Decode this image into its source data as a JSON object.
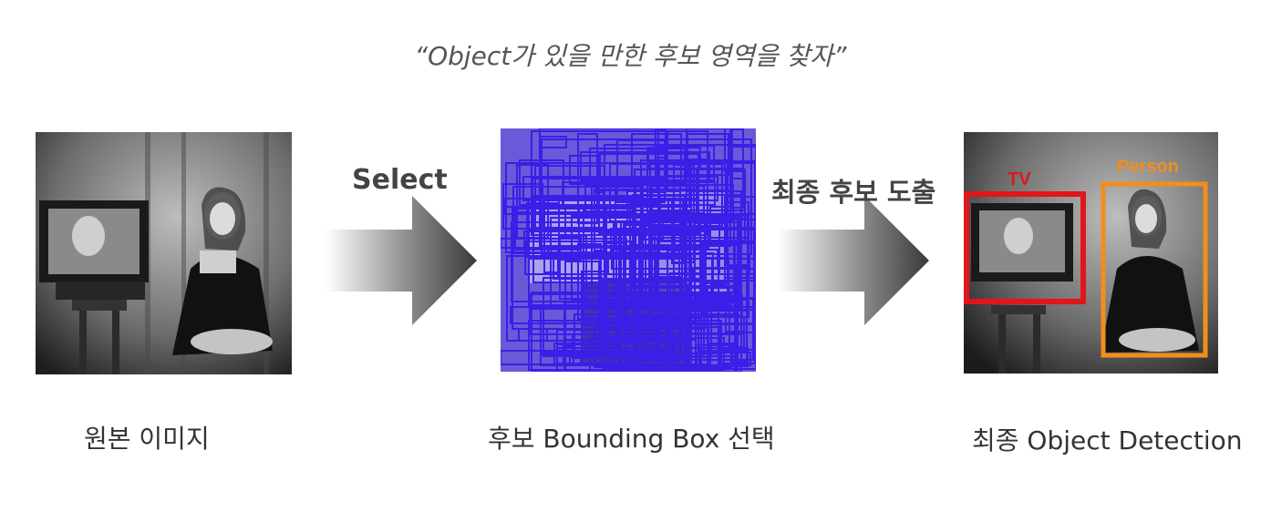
{
  "headline": "“Object가 있을 만한 후보 영역을 찾자”",
  "steps": {
    "select": "Select",
    "final_candidates": "최종 후보 도출"
  },
  "captions": {
    "original": "원본 이미지",
    "candidates": "후보 Bounding Box 선택",
    "final": "최종 Object Detection"
  },
  "detections": [
    {
      "label": "TV",
      "color": "#e0161b"
    },
    {
      "label": "Person",
      "color": "#f28e1c"
    }
  ],
  "colors": {
    "proposal_boxes": "#3a1fe6",
    "arrow_dark": "#3a3a3a",
    "arrow_light": "#ffffff"
  }
}
